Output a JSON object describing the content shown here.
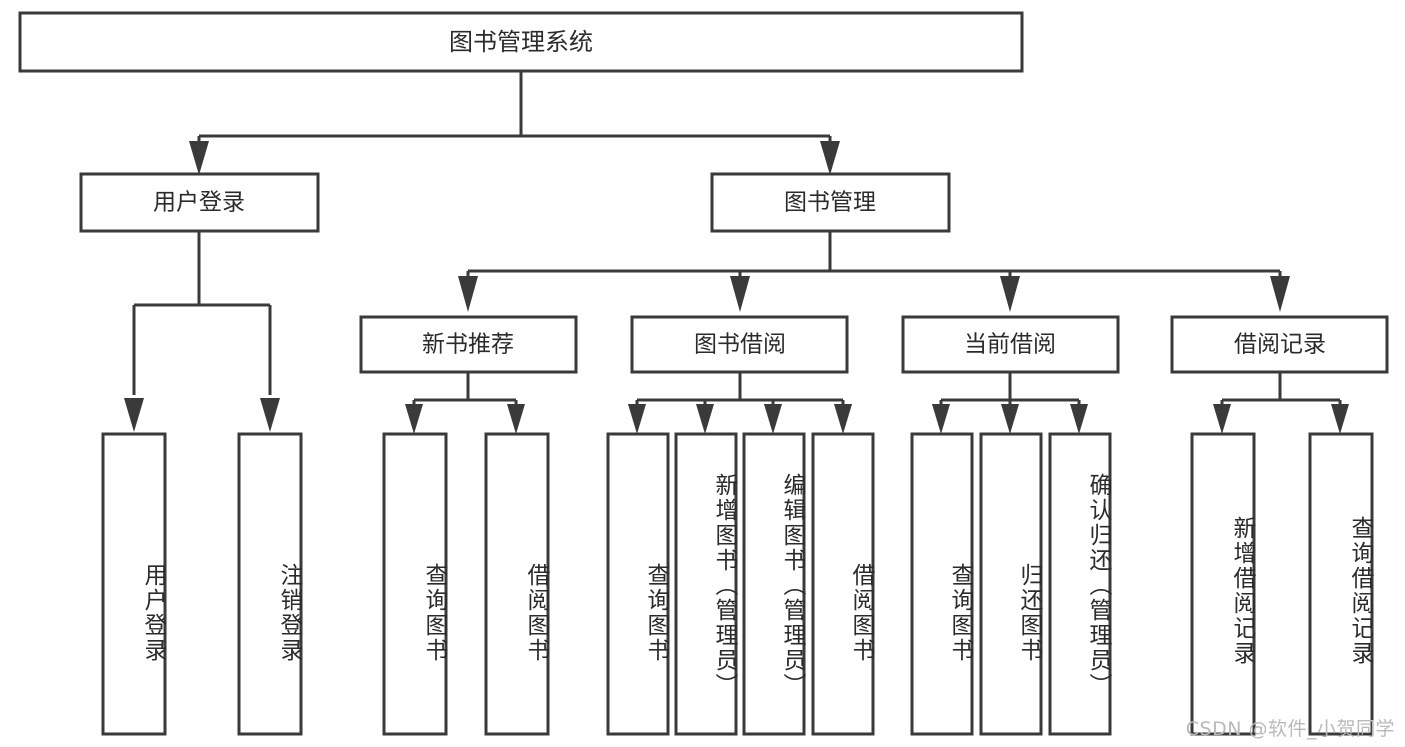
{
  "diagram": {
    "title": "图书管理系统",
    "type": "hierarchy-tree",
    "orientation": "top-down",
    "levels": 3,
    "colors": {
      "background": "#ffffff",
      "box_fill": "#ffffff",
      "box_stroke": "#3a3a3a",
      "connector": "#3a3a3a",
      "text": "#2b2b2b",
      "watermark": "#b9b9b9"
    },
    "root": {
      "label": "图书管理系统",
      "orientation": "horizontal"
    },
    "level2": [
      {
        "label": "用户登录",
        "orientation": "horizontal"
      },
      {
        "label": "图书管理",
        "orientation": "horizontal"
      }
    ],
    "level3": [
      {
        "label": "新书推荐",
        "orientation": "horizontal",
        "parent": "图书管理"
      },
      {
        "label": "图书借阅",
        "orientation": "horizontal",
        "parent": "图书管理"
      },
      {
        "label": "当前借阅",
        "orientation": "horizontal",
        "parent": "图书管理"
      },
      {
        "label": "借阅记录",
        "orientation": "horizontal",
        "parent": "图书管理"
      }
    ],
    "leaves": {
      "user_login": [
        {
          "label": "用户登录",
          "orientation": "vertical"
        },
        {
          "label": "注销登录",
          "orientation": "vertical"
        }
      ],
      "new_book_recommend": [
        {
          "label": "查询图书",
          "orientation": "vertical"
        },
        {
          "label": "借阅图书",
          "orientation": "vertical"
        }
      ],
      "book_borrow": [
        {
          "label": "查询图书",
          "orientation": "vertical"
        },
        {
          "label": "新增图书（管理员）",
          "orientation": "vertical"
        },
        {
          "label": "编辑图书（管理员）",
          "orientation": "vertical"
        },
        {
          "label": "借阅图书",
          "orientation": "vertical"
        }
      ],
      "current_borrow": [
        {
          "label": "查询图书",
          "orientation": "vertical"
        },
        {
          "label": "归还图书",
          "orientation": "vertical"
        },
        {
          "label": "确认归还（管理员）",
          "orientation": "vertical"
        }
      ],
      "borrow_record": [
        {
          "label": "新增借阅记录",
          "orientation": "vertical"
        },
        {
          "label": "查询借阅记录",
          "orientation": "vertical"
        }
      ]
    }
  },
  "watermark": {
    "text": "CSDN @软件_小贺同学"
  }
}
